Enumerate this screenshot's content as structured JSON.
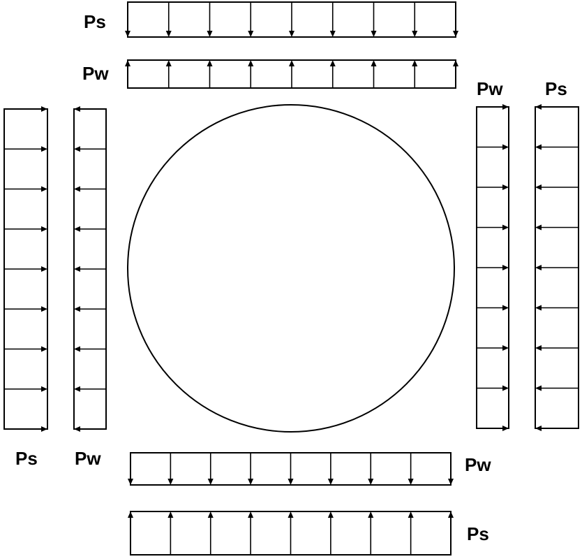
{
  "labels": {
    "top_outer": "Ps",
    "top_inner": "Pw",
    "right_inner": "Pw",
    "right_outer": "Ps",
    "left_outer": "Ps",
    "left_inner": "Pw",
    "bottom_inner": "Pw",
    "bottom_outer": "Ps"
  },
  "panels": [
    {
      "id": "top-outer",
      "orientation": "horizontal",
      "arrow_direction": "down",
      "arrow_count": 9
    },
    {
      "id": "top-inner",
      "orientation": "horizontal",
      "arrow_direction": "up",
      "arrow_count": 9
    },
    {
      "id": "left-outer",
      "orientation": "vertical",
      "arrow_direction": "right",
      "arrow_count": 9
    },
    {
      "id": "left-inner",
      "orientation": "vertical",
      "arrow_direction": "left",
      "arrow_count": 9
    },
    {
      "id": "right-inner",
      "orientation": "vertical",
      "arrow_direction": "right",
      "arrow_count": 9
    },
    {
      "id": "right-outer",
      "orientation": "vertical",
      "arrow_direction": "left",
      "arrow_count": 9
    },
    {
      "id": "bottom-inner",
      "orientation": "horizontal",
      "arrow_direction": "down",
      "arrow_count": 9
    },
    {
      "id": "bottom-outer",
      "orientation": "horizontal",
      "arrow_direction": "up",
      "arrow_count": 9
    }
  ],
  "colors": {
    "stroke": "#000000",
    "background": "#ffffff"
  }
}
